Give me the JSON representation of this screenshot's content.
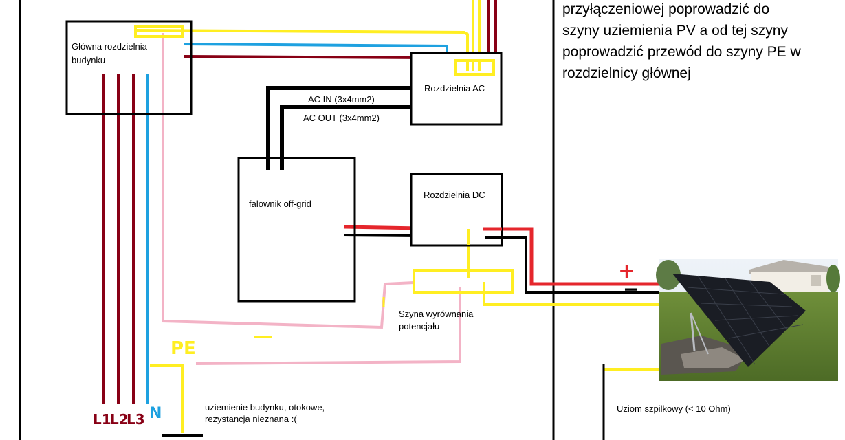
{
  "note": {
    "lines": [
      "przyłączeniowej poprowadzić do",
      "szyny uziemienia PV a od tej szyny",
      "poprowadzić przewód do szyny PE w",
      "rozdzielnicy głównej"
    ]
  },
  "boxes": {
    "main_panel": [
      "Główna rozdzielnia",
      "budynku"
    ],
    "ac_panel": "Rozdzielnia AC",
    "dc_panel": "Rozdzielnia DC",
    "inverter": "falownik off-grid"
  },
  "cables": {
    "ac_in": "AC IN (3x4mm2)",
    "ac_out": "AC OUT (3x4mm2)"
  },
  "busbar": [
    "Szyna wyrównania",
    "potencjału"
  ],
  "grounding": {
    "building": [
      "uziemienie budynku, otokowe,",
      "rezystancja nieznana :("
    ],
    "rod": "Uziom szpilkowy (< 10 Ohm)"
  },
  "markers": {
    "pe": "PE",
    "plus": "+",
    "minus": "−",
    "l1": "L1",
    "l2": "L2",
    "l3": "L3",
    "n": "N"
  },
  "colors": {
    "phase": "#880015",
    "neutral": "#1ea1e0",
    "pe": "#ffee22",
    "ground_pink": "#f3b3c6",
    "dc_plus": "#e5262c",
    "black": "#000000"
  },
  "icons": {
    "solar_panel_photo": "solar-panel-photo"
  }
}
